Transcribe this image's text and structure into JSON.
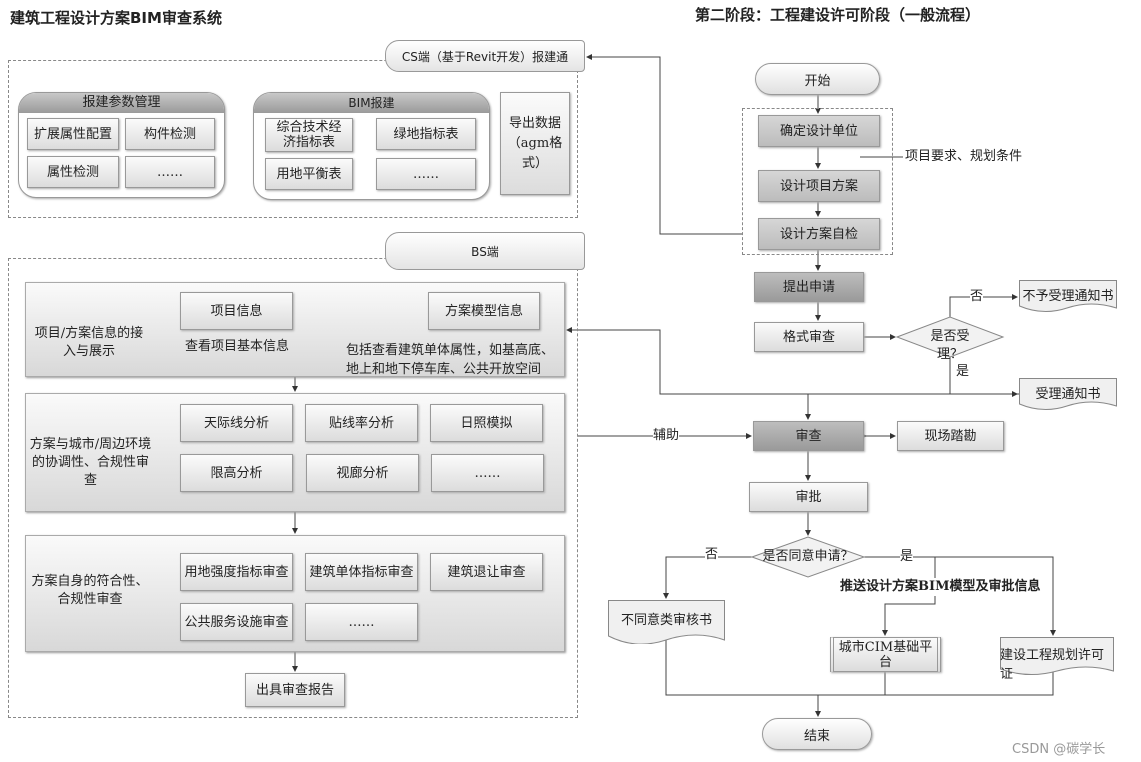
{
  "left_title": "建筑工程设计方案BIM审查系统",
  "right_title": "第二阶段：工程建设许可阶段（一般流程）",
  "cs": {
    "tab": "CS端（基于Revit开发）报建通",
    "group1": {
      "title": "报建参数管理",
      "items": [
        "扩展属性配置",
        "构件检测",
        "属性检测",
        "……"
      ]
    },
    "group2": {
      "title": "BIM报建",
      "items": [
        "综合技术经济指标表",
        "绿地指标表",
        "用地平衡表",
        "……"
      ]
    },
    "export": "导出数据（agm格式）"
  },
  "bs": {
    "tab": "BS端",
    "panel1": {
      "label": "项目/方案信息的接入与展示",
      "item1": "项目信息",
      "item1_desc": "查看项目基本信息",
      "item2": "方案模型信息",
      "item2_desc": "包括查看建筑单体属性，如基高底、地上和地下停车库、公共开放空间"
    },
    "panel2": {
      "label": "方案与城市/周边环境的协调性、合规性审查",
      "items": [
        "天际线分析",
        "贴线率分析",
        "日照模拟",
        "限高分析",
        "视廊分析",
        "……"
      ]
    },
    "panel3": {
      "label": "方案自身的符合性、合规性审查",
      "items": [
        "用地强度指标审查",
        "建筑单体指标审查",
        "建筑退让审查",
        "公共服务设施审查",
        "……"
      ]
    },
    "report": "出具审查报告"
  },
  "flow": {
    "start": "开始",
    "step1": "确定设计单位",
    "note": "项目要求、规划条件",
    "step2": "设计项目方案",
    "step3": "设计方案自检",
    "apply": "提出申请",
    "format_check": "格式审查",
    "accept_q": "是否受理？",
    "no": "否",
    "yes": "是",
    "reject_notice": "不予受理通知书",
    "accept_notice": "受理通知书",
    "review": "审查",
    "assist": "辅助",
    "site": "现场踏勘",
    "approve": "审批",
    "agree_q": "是否同意申请？",
    "disagree_doc": "不同意类审核书",
    "push_note": "推送设计方案BIM模型及审批信息",
    "cim": "城市CIM基础平台",
    "permit": "建设工程规划许可证",
    "end": "结束"
  },
  "watermark": "CSDN @碳学长"
}
